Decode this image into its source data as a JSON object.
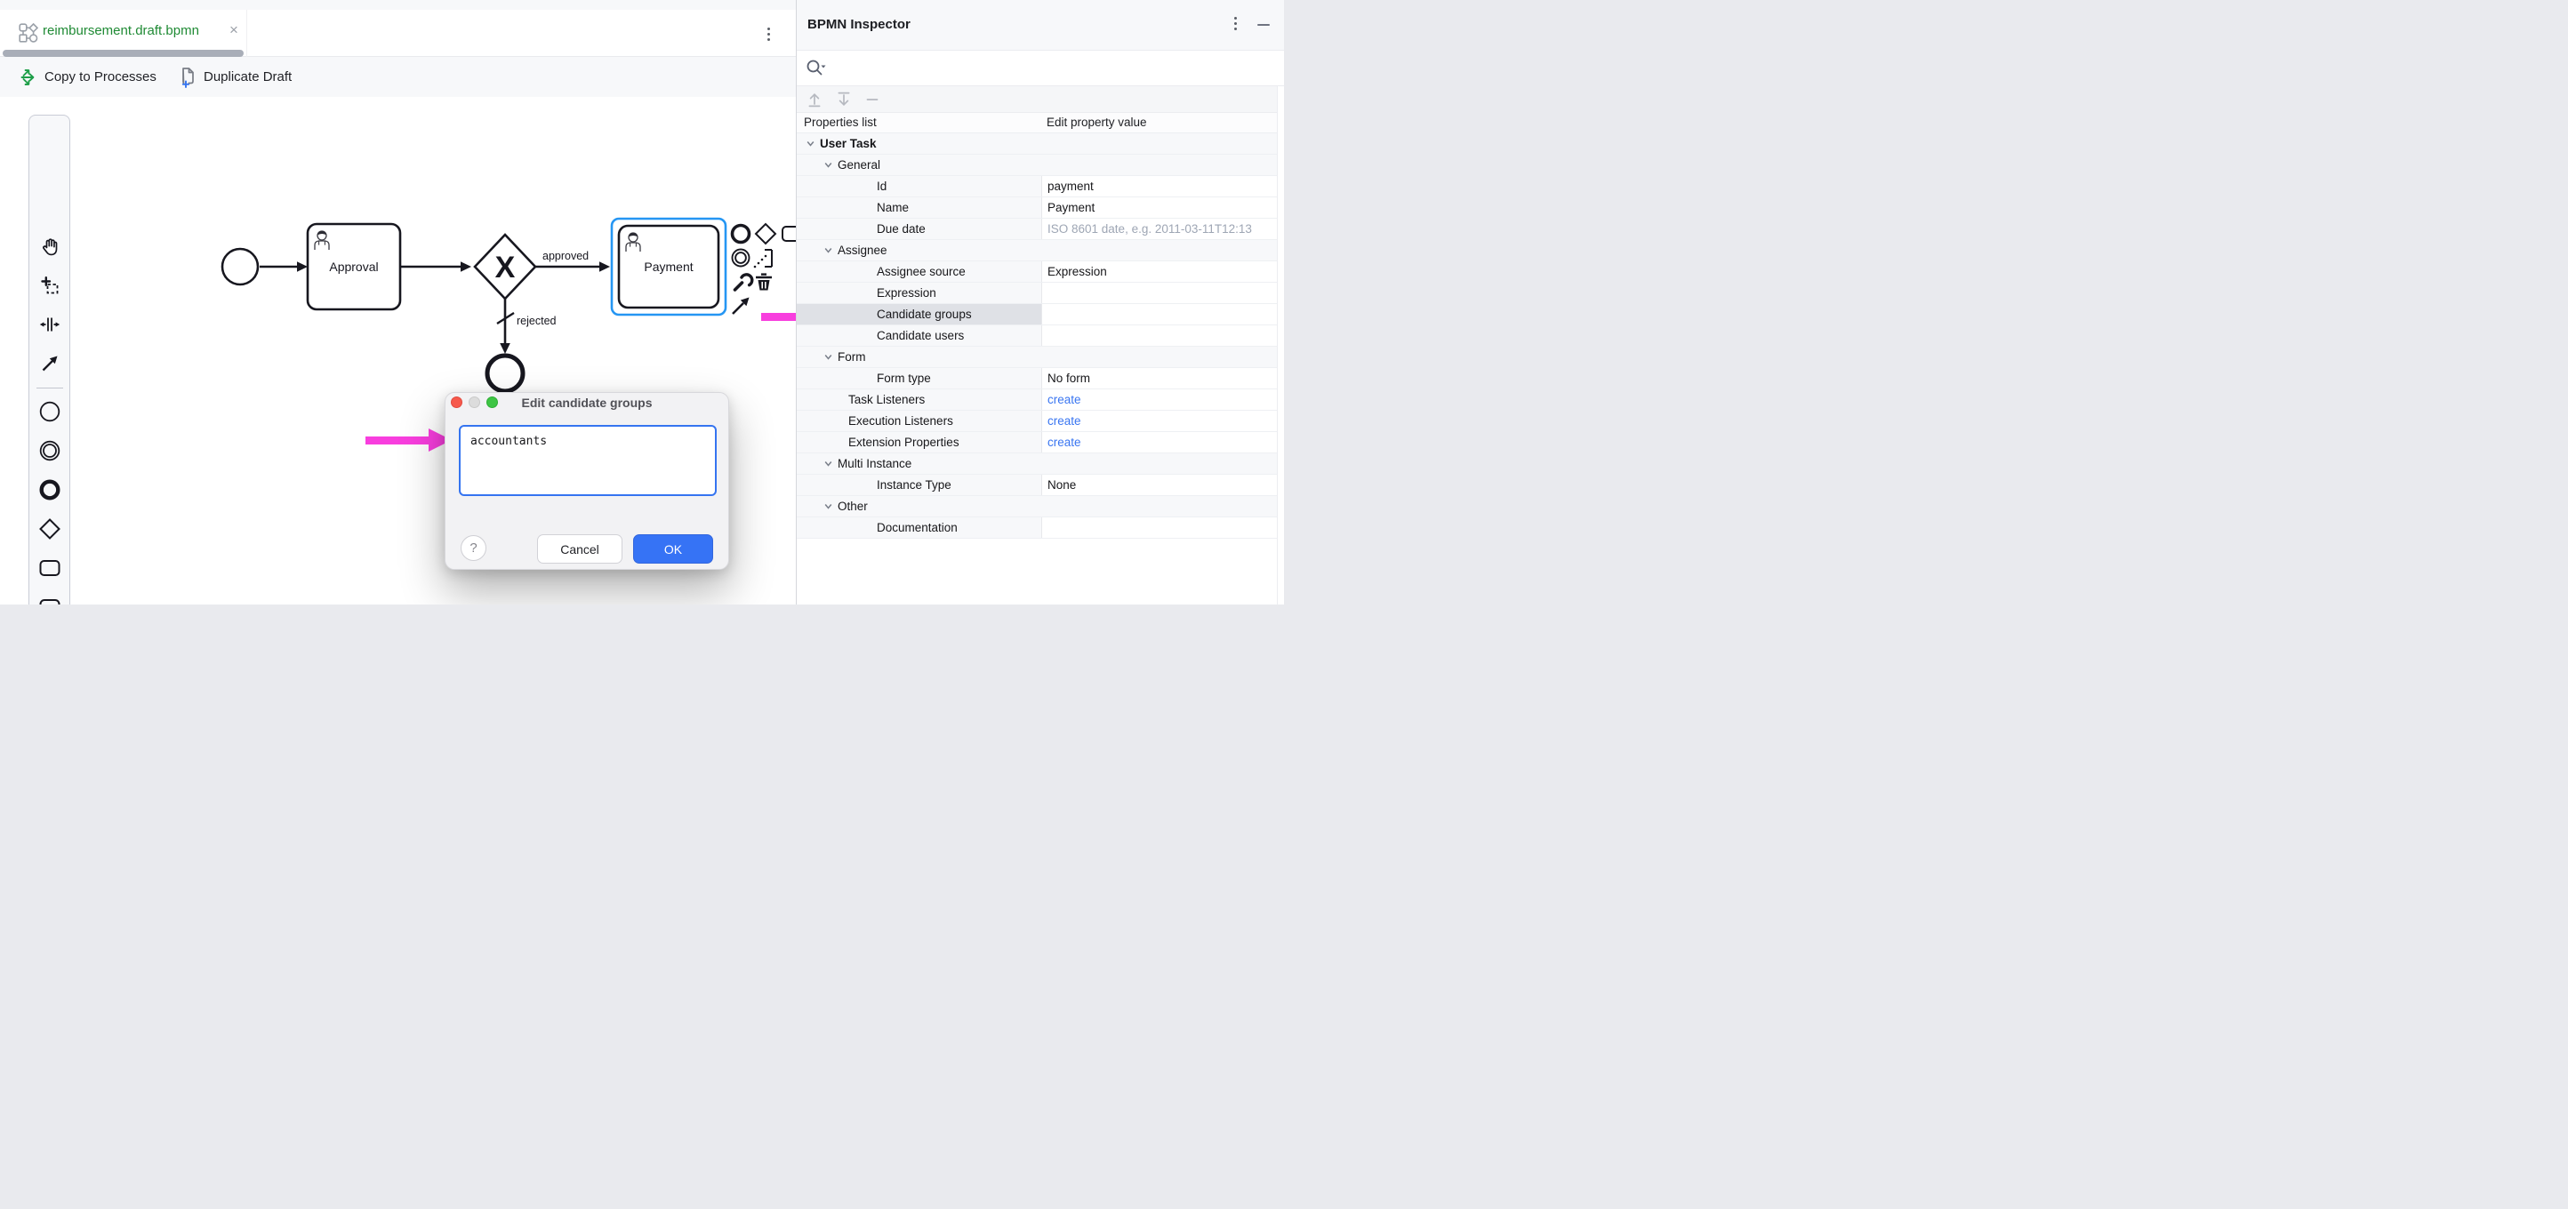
{
  "colors": {
    "accent_blue": "#3574f0",
    "selection_blue": "#2596f3",
    "magenta_arrow": "#f83ede",
    "brand_green": "#1f8a34",
    "icon_green": "#1d9e48",
    "link_blue": "#3975f1",
    "traffic_red": "#f6594c",
    "traffic_grey": "#dcdcdc",
    "traffic_green": "#3ec544"
  },
  "editor": {
    "tab": {
      "title": "reimbursement.draft.bpmn",
      "close_glyph": "×",
      "icon": "bpmn-diagram-icon"
    },
    "menu_icon": "kebab-menu-icon",
    "toolbar": {
      "copy_to_processes": "Copy to Processes",
      "duplicate_draft": "Duplicate Draft",
      "view_modes": [
        "list-view-icon",
        "detail-view-icon",
        "canvas-view-icon"
      ],
      "active_view": "canvas-view-icon"
    },
    "palette": {
      "tools": [
        "hand-tool",
        "lasso-tool",
        "space-tool",
        "global-connect-tool",
        "start-event",
        "intermediate-event",
        "end-event",
        "gateway",
        "task",
        "subprocess",
        "data-object",
        "data-store"
      ]
    },
    "diagram": {
      "start_event": "start",
      "task_approval": "Approval",
      "task_payment": "Payment",
      "gateway_marker": "X",
      "flow_approved": "approved",
      "flow_rejected": "rejected",
      "selected_element": "Payment",
      "context_pad": [
        "end-event-icon",
        "gateway-icon",
        "task-icon",
        "intermediate-event-icon",
        "text-annotation-icon",
        "wrench-icon",
        "trash-icon",
        "connect-arrow-icon"
      ]
    }
  },
  "dialog": {
    "title": "Edit candidate groups",
    "textarea_value": "accountants",
    "help_label": "?",
    "cancel_label": "Cancel",
    "ok_label": "OK",
    "traffic_lights": [
      "close",
      "minimize",
      "zoom"
    ]
  },
  "inspector": {
    "title": "BPMN Inspector",
    "menu_icon": "kebab-menu-icon",
    "minimize_icon": "minimize-icon",
    "search": {
      "placeholder": "",
      "icon": "search-icon"
    },
    "toolbar_icons": [
      "move-up-icon",
      "move-down-icon",
      "remove-icon"
    ],
    "columns": {
      "left": "Properties list",
      "right": "Edit property value"
    },
    "rows": [
      {
        "label": "User Task",
        "type": "group0"
      },
      {
        "label": "General",
        "type": "group1"
      },
      {
        "label": "Id",
        "value": "payment"
      },
      {
        "label": "Name",
        "value": "Payment"
      },
      {
        "label": "Due date",
        "placeholder": "ISO 8601 date, e.g. 2011-03-11T12:13"
      },
      {
        "label": "Assignee",
        "type": "group1"
      },
      {
        "label": "Assignee source",
        "value": "Expression"
      },
      {
        "label": "Expression",
        "value": ""
      },
      {
        "label": "Candidate groups",
        "value": "",
        "highlighted": true,
        "edit_icon": "pencil-icon"
      },
      {
        "label": "Candidate users",
        "value": ""
      },
      {
        "label": "Form",
        "type": "group1"
      },
      {
        "label": "Form type",
        "value": "No form"
      },
      {
        "label": "Task Listeners",
        "link": "create"
      },
      {
        "label": "Execution Listeners",
        "link": "create"
      },
      {
        "label": "Extension Properties",
        "link": "create"
      },
      {
        "label": "Multi Instance",
        "type": "group1"
      },
      {
        "label": "Instance Type",
        "value": "None"
      },
      {
        "label": "Other",
        "type": "group1"
      },
      {
        "label": "Documentation",
        "value": ""
      }
    ]
  }
}
